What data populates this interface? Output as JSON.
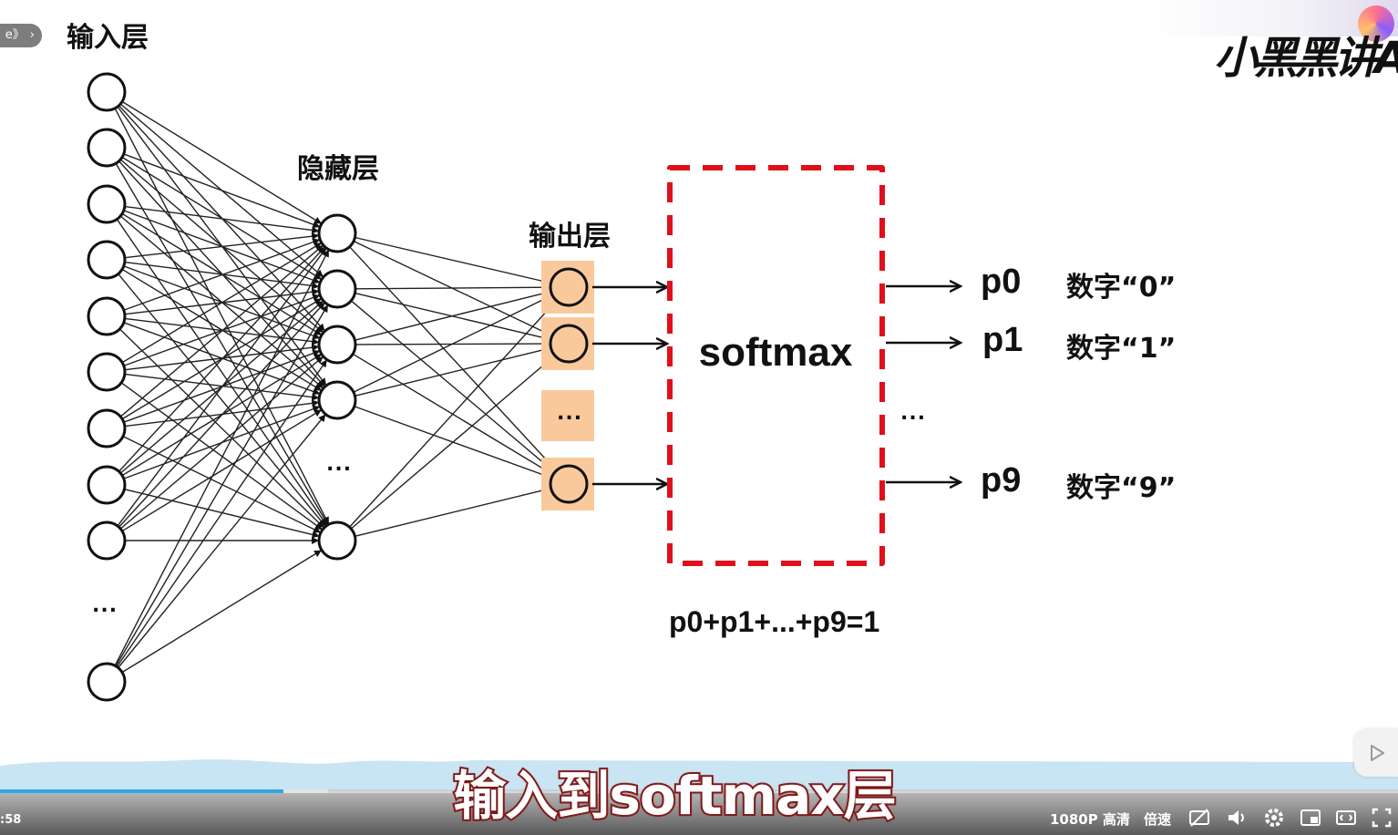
{
  "slide": {
    "input_layer_label": "输入层",
    "hidden_layer_label": "隐藏层",
    "output_layer_label": "输出层",
    "input_ellipsis": "...",
    "hidden_ellipsis": "...",
    "output_ellipsis": "...",
    "softmax_label": "softmax",
    "prob_ellipsis": "...",
    "outputs": [
      {
        "prob": "p0",
        "label": "数字“0”"
      },
      {
        "prob": "p1",
        "label": "数字“1”"
      },
      {
        "prob": "p9",
        "label": "数字“9”"
      }
    ],
    "sum_equation": "p0+p1+...+p9=1"
  },
  "logo": {
    "text": "小黑黑讲A"
  },
  "player": {
    "chapter_pill": "e》",
    "subtitle": "输入到softmax层",
    "time": ":58",
    "quality": "1080P 高清",
    "speed": "倍速",
    "progress_fraction": 0.203,
    "colors": {
      "progress": "#2ea8e6",
      "softmax_border": "#e0101a",
      "output_highlight": "#f9c99c"
    },
    "icons": [
      "subtitle-off-icon",
      "volume-icon",
      "settings-icon",
      "picture-in-picture-icon",
      "widescreen-icon",
      "fullscreen-icon",
      "side-play-icon",
      "chevron-right-icon"
    ]
  }
}
